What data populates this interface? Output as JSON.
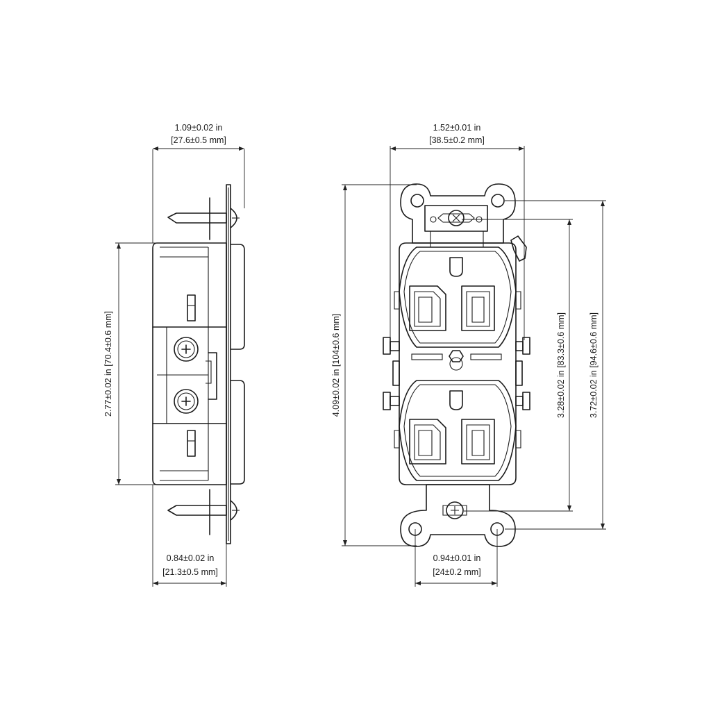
{
  "dimensions": {
    "side_width": {
      "line1": "1.09±0.02 in",
      "line2": "[27.6±0.5 mm]"
    },
    "side_body_height": "2.77±0.02 in [70.4±0.6 mm]",
    "side_depth": {
      "line1": "0.84±0.02 in",
      "line2": "[21.3±0.5 mm]"
    },
    "front_width": {
      "line1": "1.52±0.01 in",
      "line2": "[38.5±0.2 mm]"
    },
    "front_total_height": "4.09±0.02 in [104±0.6 mm]",
    "front_screw_spacing": "3.28±0.02 in [83.3±0.6 mm]",
    "front_mount_spacing": "3.72±0.02 in [94.6±0.6 mm]",
    "front_hole_spacing": {
      "line1": "0.94±0.01 in",
      "line2": "[24±0.2 mm]"
    }
  },
  "colors": {
    "line": "#1a1a1a",
    "background": "#ffffff"
  }
}
